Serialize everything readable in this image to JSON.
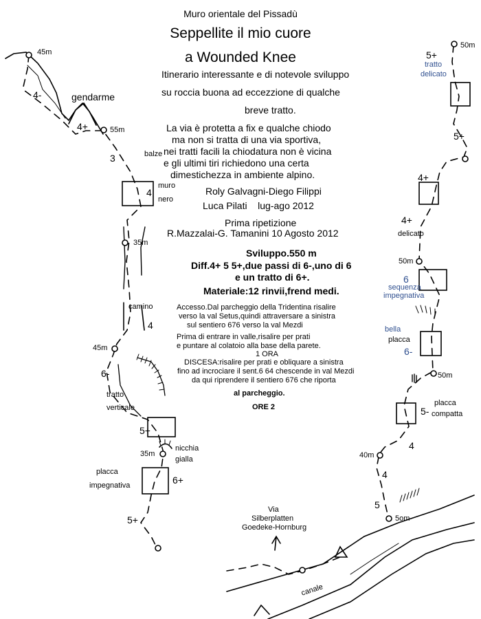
{
  "header": {
    "wall": "Muro orientale del Pissadù",
    "title_line1": "Seppellite  il  mio  cuore",
    "title_line2": "a  Wounded  Knee"
  },
  "description": [
    "Itinerario interessante e di notevole sviluppo",
    "su roccia buona ad eccezzione di qualche",
    "breve tratto.",
    "La via è protetta a fix e qualche chiodo",
    "ma non si tratta di una via sportiva,",
    "nei tratti facili la chiodatura non è vicina",
    "e gli ultimi tiri richiedono una certa",
    "dimestichezza in ambiente alpino."
  ],
  "authors": [
    "Roly Galvagni-Diego Filippi",
    "Luca Pilati    lug-ago 2012"
  ],
  "repeat": {
    "title": "Prima  ripetizione",
    "names": "R.Mazzalai-G. Tamanini 10 Agosto 2012"
  },
  "stats": {
    "length": "Sviluppo.550  m",
    "difficulty": "Diff.4+  5  5+,due passi di 6-,uno di 6",
    "difficulty2": "e  un  tratto  di 6+.",
    "gear": "Materiale:12 rinvii,frend medi."
  },
  "approach": [
    "Accesso.Dal parcheggio della Tridentina risalire",
    "verso la val Setus,quindi attraversare a sinistra",
    "sul sentiero 676 verso la val Mezdi",
    "Prima di entrare in valle,risalire per prati",
    "e  puntare al colatoio alla base della parete.",
    "1 ORA",
    "DISCESA:risalire per prati e obliquare a sinistra",
    "fino ad incrociare il sent.6 64 chescende in val Mezdi",
    "da qui riprendere il sentiero 676 che riporta",
    "al parcheggio.",
    "ORE 2"
  ],
  "other_route": [
    "Via",
    "Silberplatten",
    "Goedeke-Hornburg"
  ],
  "left_labels": {
    "m45_top": "45m",
    "gendarme": "gendarme",
    "g4minus": "4-",
    "g4plus": "4+",
    "m55": "55m",
    "g3": "3",
    "balze": "balze",
    "muro": "muro",
    "nero": "nero",
    "g4a": "4",
    "m35a": "35m",
    "camino": "camino",
    "g4b": "4",
    "m45b": "45m",
    "g6minus": "6-",
    "tratto": "tratto",
    "verticale": "verticale",
    "g5plus_a": "5+",
    "m35b": "35m",
    "nicchia": "nicchia",
    "gialla": "gialla",
    "placca": "placca",
    "impegnativa": "impegnativa",
    "g6plus": "6+",
    "g5plus_b": "5+"
  },
  "right_labels": {
    "g5plus_top": "5+",
    "tratto": "tratto",
    "delicato": "delicato",
    "m50_top": "50m",
    "g5plus_b": "5+",
    "g4plus": "4+",
    "g4plus_b": "4+",
    "delicato2": "delicato",
    "m50a": "50m",
    "g6": "6",
    "sequenza": "sequenza",
    "impegnativa": "impegnativa",
    "bella": "bella",
    "placca": "placca",
    "g6minus": "6-",
    "m50b": "50m",
    "g5minus": "5-",
    "placca2": "placca",
    "compatta": "compatta",
    "g4a": "4",
    "m40": "40m",
    "g4b": "4",
    "g5": "5",
    "m50c": "5om",
    "canale": "canale"
  },
  "colors": {
    "ink": "#000000",
    "note_blue": "#2f4f8f"
  }
}
